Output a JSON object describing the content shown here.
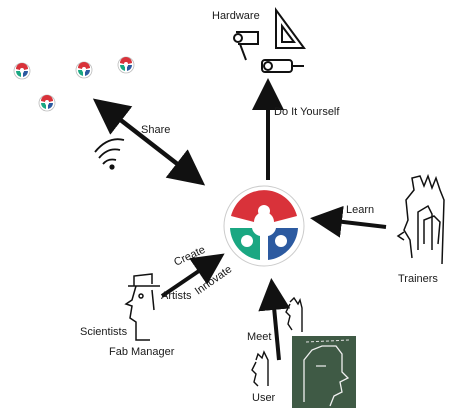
{
  "center": {
    "icon": "fab-lab-logo"
  },
  "nodes": {
    "hardware": "Hardware",
    "share": "Share",
    "do_it_yourself": "Do It Yourself",
    "learn": "Learn",
    "trainers": "Trainers",
    "create": "Create",
    "innovate": "Innovate",
    "artists": "Artists",
    "scientists": "Scientists",
    "fab_manager": "Fab Manager",
    "meet": "Meet",
    "user": "User"
  },
  "icons": [
    "fab-lab-logo",
    "set-square-icon",
    "hair-dryer-icon",
    "drill-icon",
    "wifi-icon",
    "person-sketch-icon"
  ],
  "colors": {
    "logo_red": "#d9323a",
    "logo_green": "#1aa782",
    "logo_blue": "#2c5aa0",
    "chalkboard": "#3f5a45"
  }
}
